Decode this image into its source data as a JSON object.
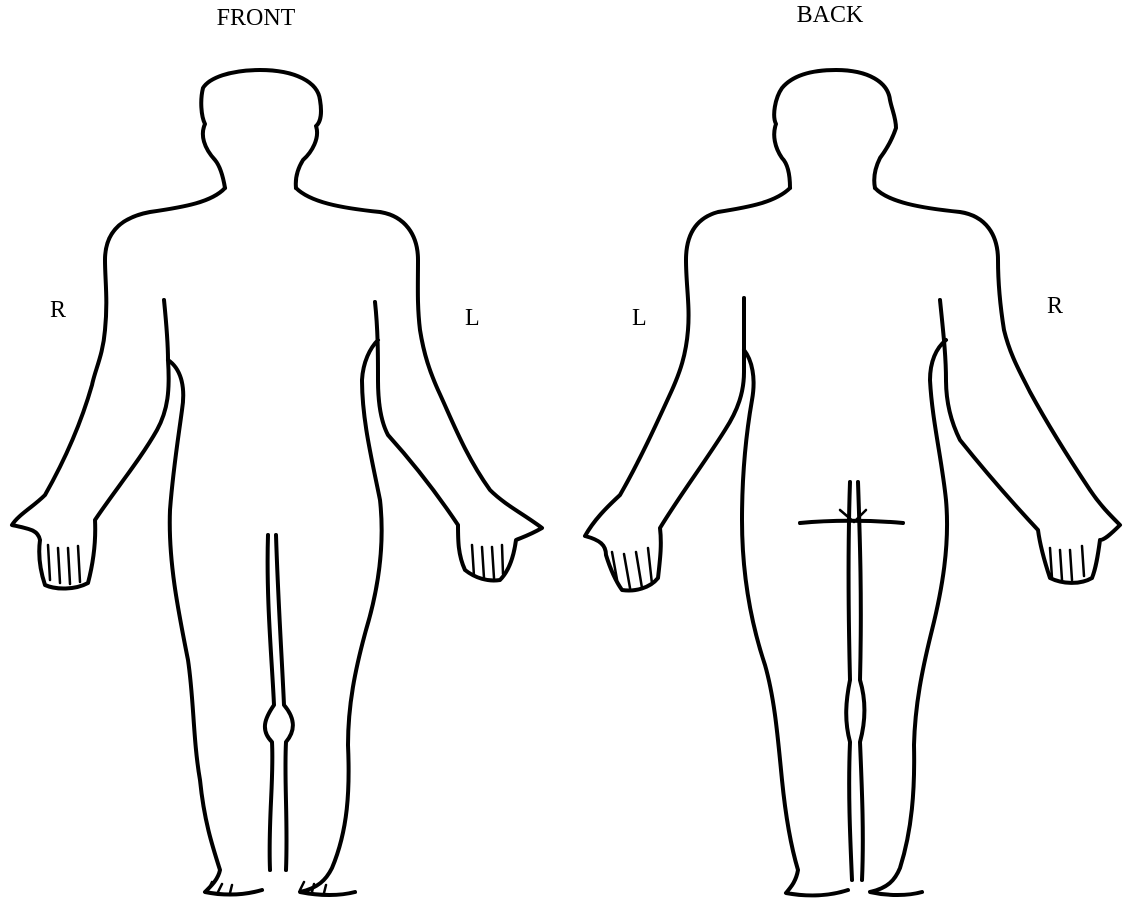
{
  "views": {
    "front": {
      "title": "FRONT",
      "right_label": "R",
      "left_label": "L"
    },
    "back": {
      "title": "BACK",
      "left_label": "L",
      "right_label": "R"
    }
  },
  "colors": {
    "line": "#000000",
    "background": "#ffffff"
  }
}
